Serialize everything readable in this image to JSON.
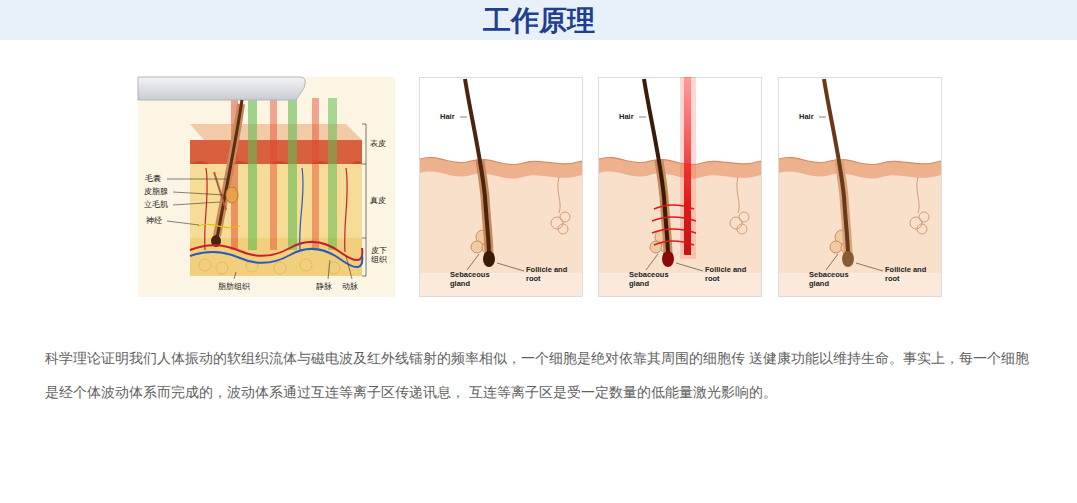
{
  "diagram": {
    "title": "工作原理",
    "labels": [
      "毛囊",
      "皮脂腺",
      "立毛肌",
      "神经",
      "表皮",
      "真皮",
      "皮下组织",
      "脂肪组织",
      "静脉",
      "动脉",
      "Hair",
      "Sebaceous gland",
      "Follicle and root",
      "Hair",
      "Sebaceous gland",
      "Follicle and root",
      "Hair",
      "Sebaceous gland",
      "Follicle and root",
      "科学理论证明我们人体振动的软组织流体与磁电波及红外线镭射的频率相似，一个细胞是绝对依靠其周围的细胞传 送健康功能以维持生命。事实上，每一个细胞是经个体波动体系而完成的，波动体系通过互连等离子区传递讯息， 互连等离子区是受一定数量的低能量激光影响的。"
    ]
  }
}
